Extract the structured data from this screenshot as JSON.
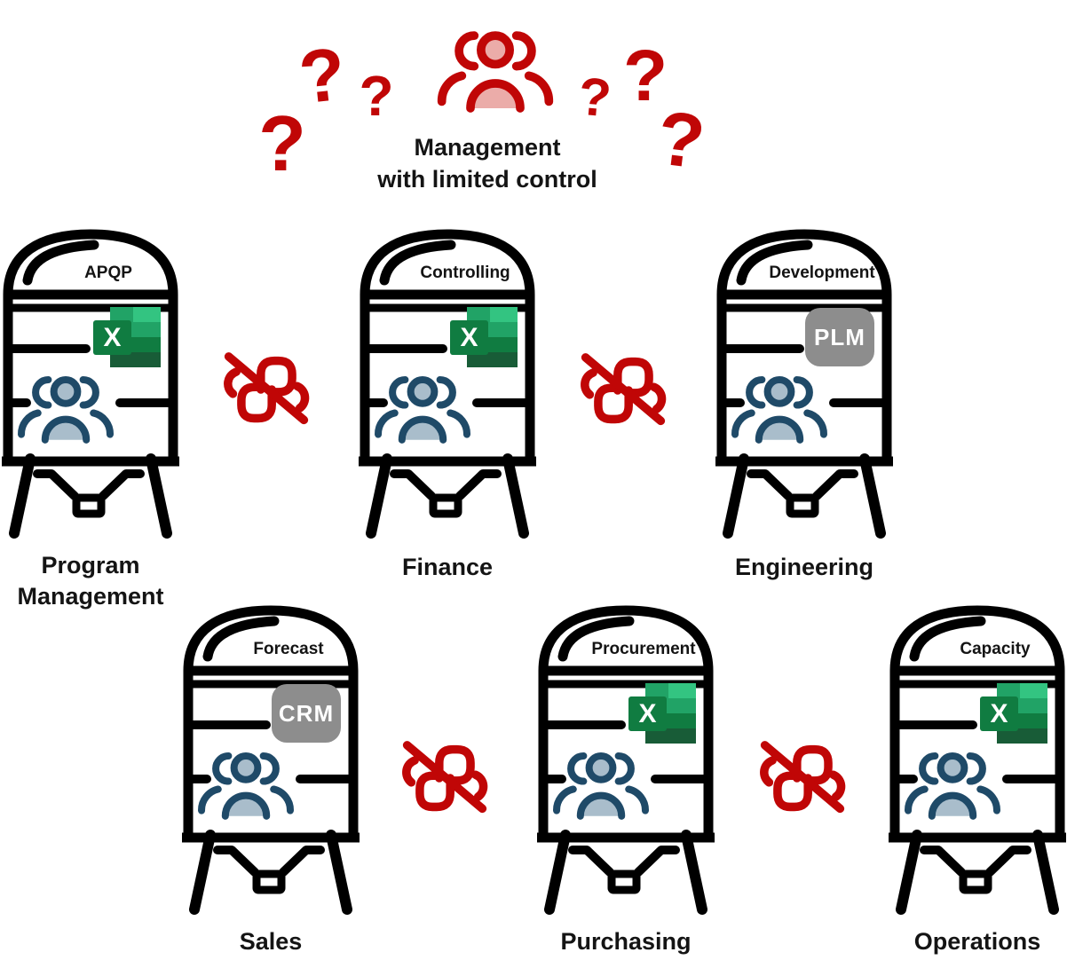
{
  "palette": {
    "red": "#C00606",
    "red_fill": "#EBACA9",
    "blue_dark": "#1F4A68",
    "blue_fill": "#A9BDCB",
    "outline": "#000000",
    "badge_gray": "#8D8D8D",
    "ink": "#141414",
    "excel_a": "#33C481",
    "excel_b": "#21A366",
    "excel_c": "#107C41",
    "excel_d": "#185C37"
  },
  "icons": {
    "excel_x": "X"
  },
  "management": {
    "line1": "Management",
    "line2": "with limited control",
    "question_marks": [
      "?",
      "?",
      "?",
      "?",
      "?",
      "?"
    ]
  },
  "silos": [
    {
      "dome_label": "APQP",
      "caption": "Program Management",
      "system": "excel"
    },
    {
      "dome_label": "Controlling",
      "caption": "Finance",
      "system": "excel"
    },
    {
      "dome_label": "Development",
      "caption": "Engineering",
      "system": "plm",
      "badge_label": "PLM"
    },
    {
      "dome_label": "Forecast",
      "caption": "Sales",
      "system": "crm",
      "badge_label": "CRM"
    },
    {
      "dome_label": "Procurement",
      "caption": "Purchasing",
      "system": "excel"
    },
    {
      "dome_label": "Capacity",
      "caption": "Operations",
      "system": "excel"
    }
  ]
}
